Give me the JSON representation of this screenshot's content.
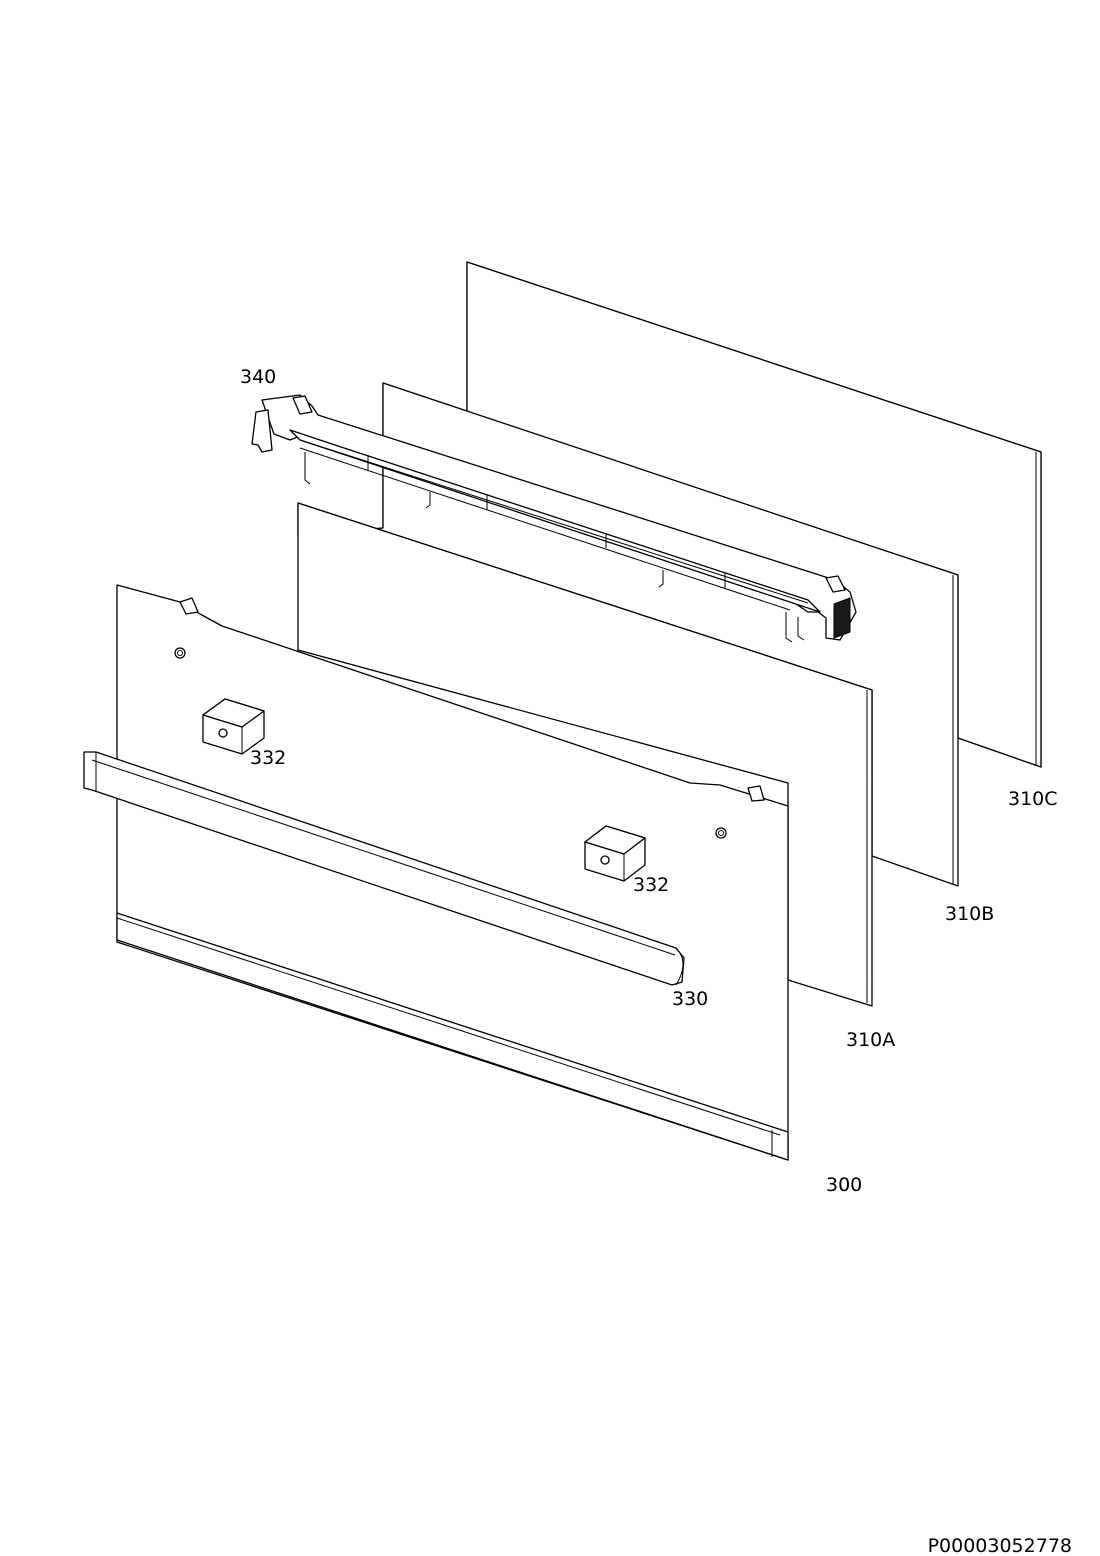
{
  "diagram": {
    "labels": {
      "top_bracket": "340",
      "glass_inner_rear": "310C",
      "glass_middle": "310B",
      "glass_front_inner": "310A",
      "handle": "330",
      "handle_spacer_left": "332",
      "handle_spacer_right": "332",
      "outer_door": "300"
    },
    "drawing_number": "P00003052778"
  }
}
